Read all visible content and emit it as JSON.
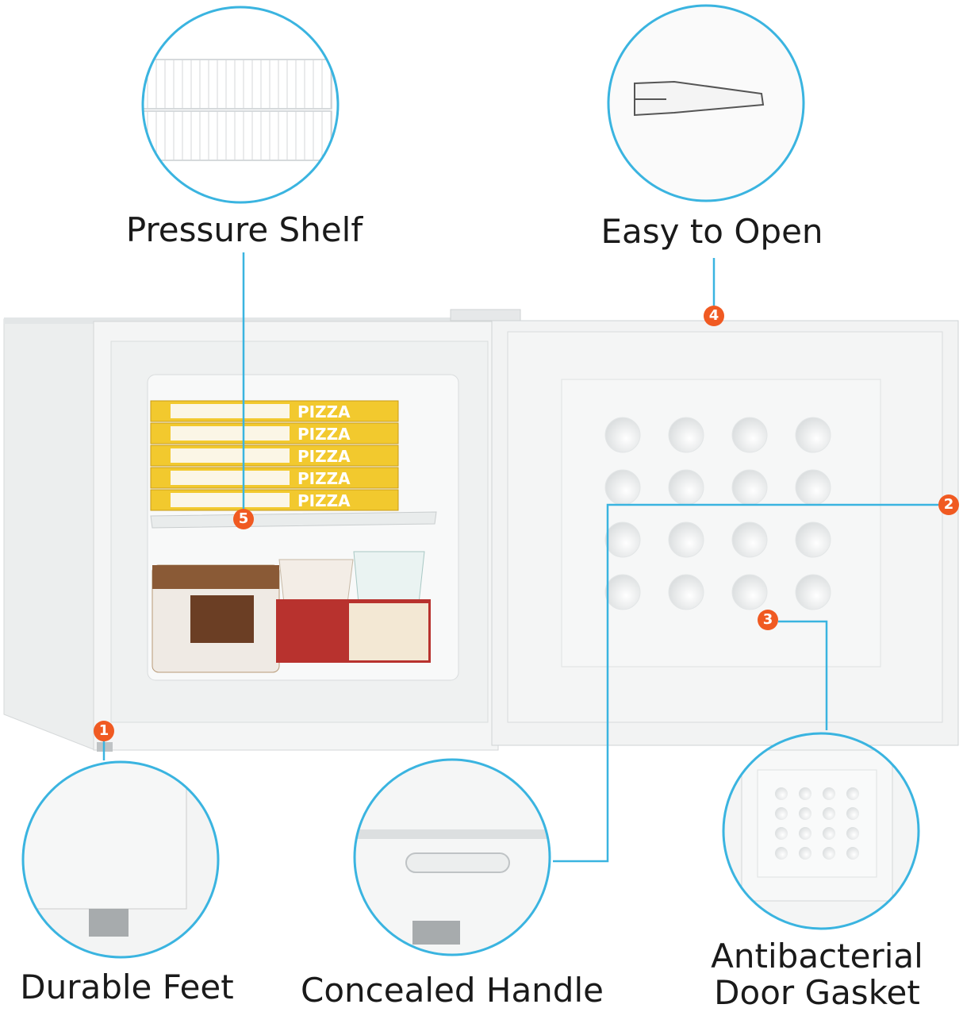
{
  "features": [
    {
      "number": "1",
      "label": "Durable Feet"
    },
    {
      "number": "2",
      "label": "Concealed Handle"
    },
    {
      "number": "3",
      "label": "Antibacterial Door Gasket"
    },
    {
      "number": "4",
      "label": "Easy to Open"
    },
    {
      "number": "5",
      "label": "Pressure Shelf"
    }
  ],
  "package_text": [
    "PIZZA",
    "PIZZA",
    "PIZZA",
    "PIZZA",
    "PIZZA"
  ],
  "colors": {
    "accent_line": "#3ab4e0",
    "marker": "#f05a22",
    "text": "#1a1a1a",
    "appliance": "#f2f3f3"
  }
}
